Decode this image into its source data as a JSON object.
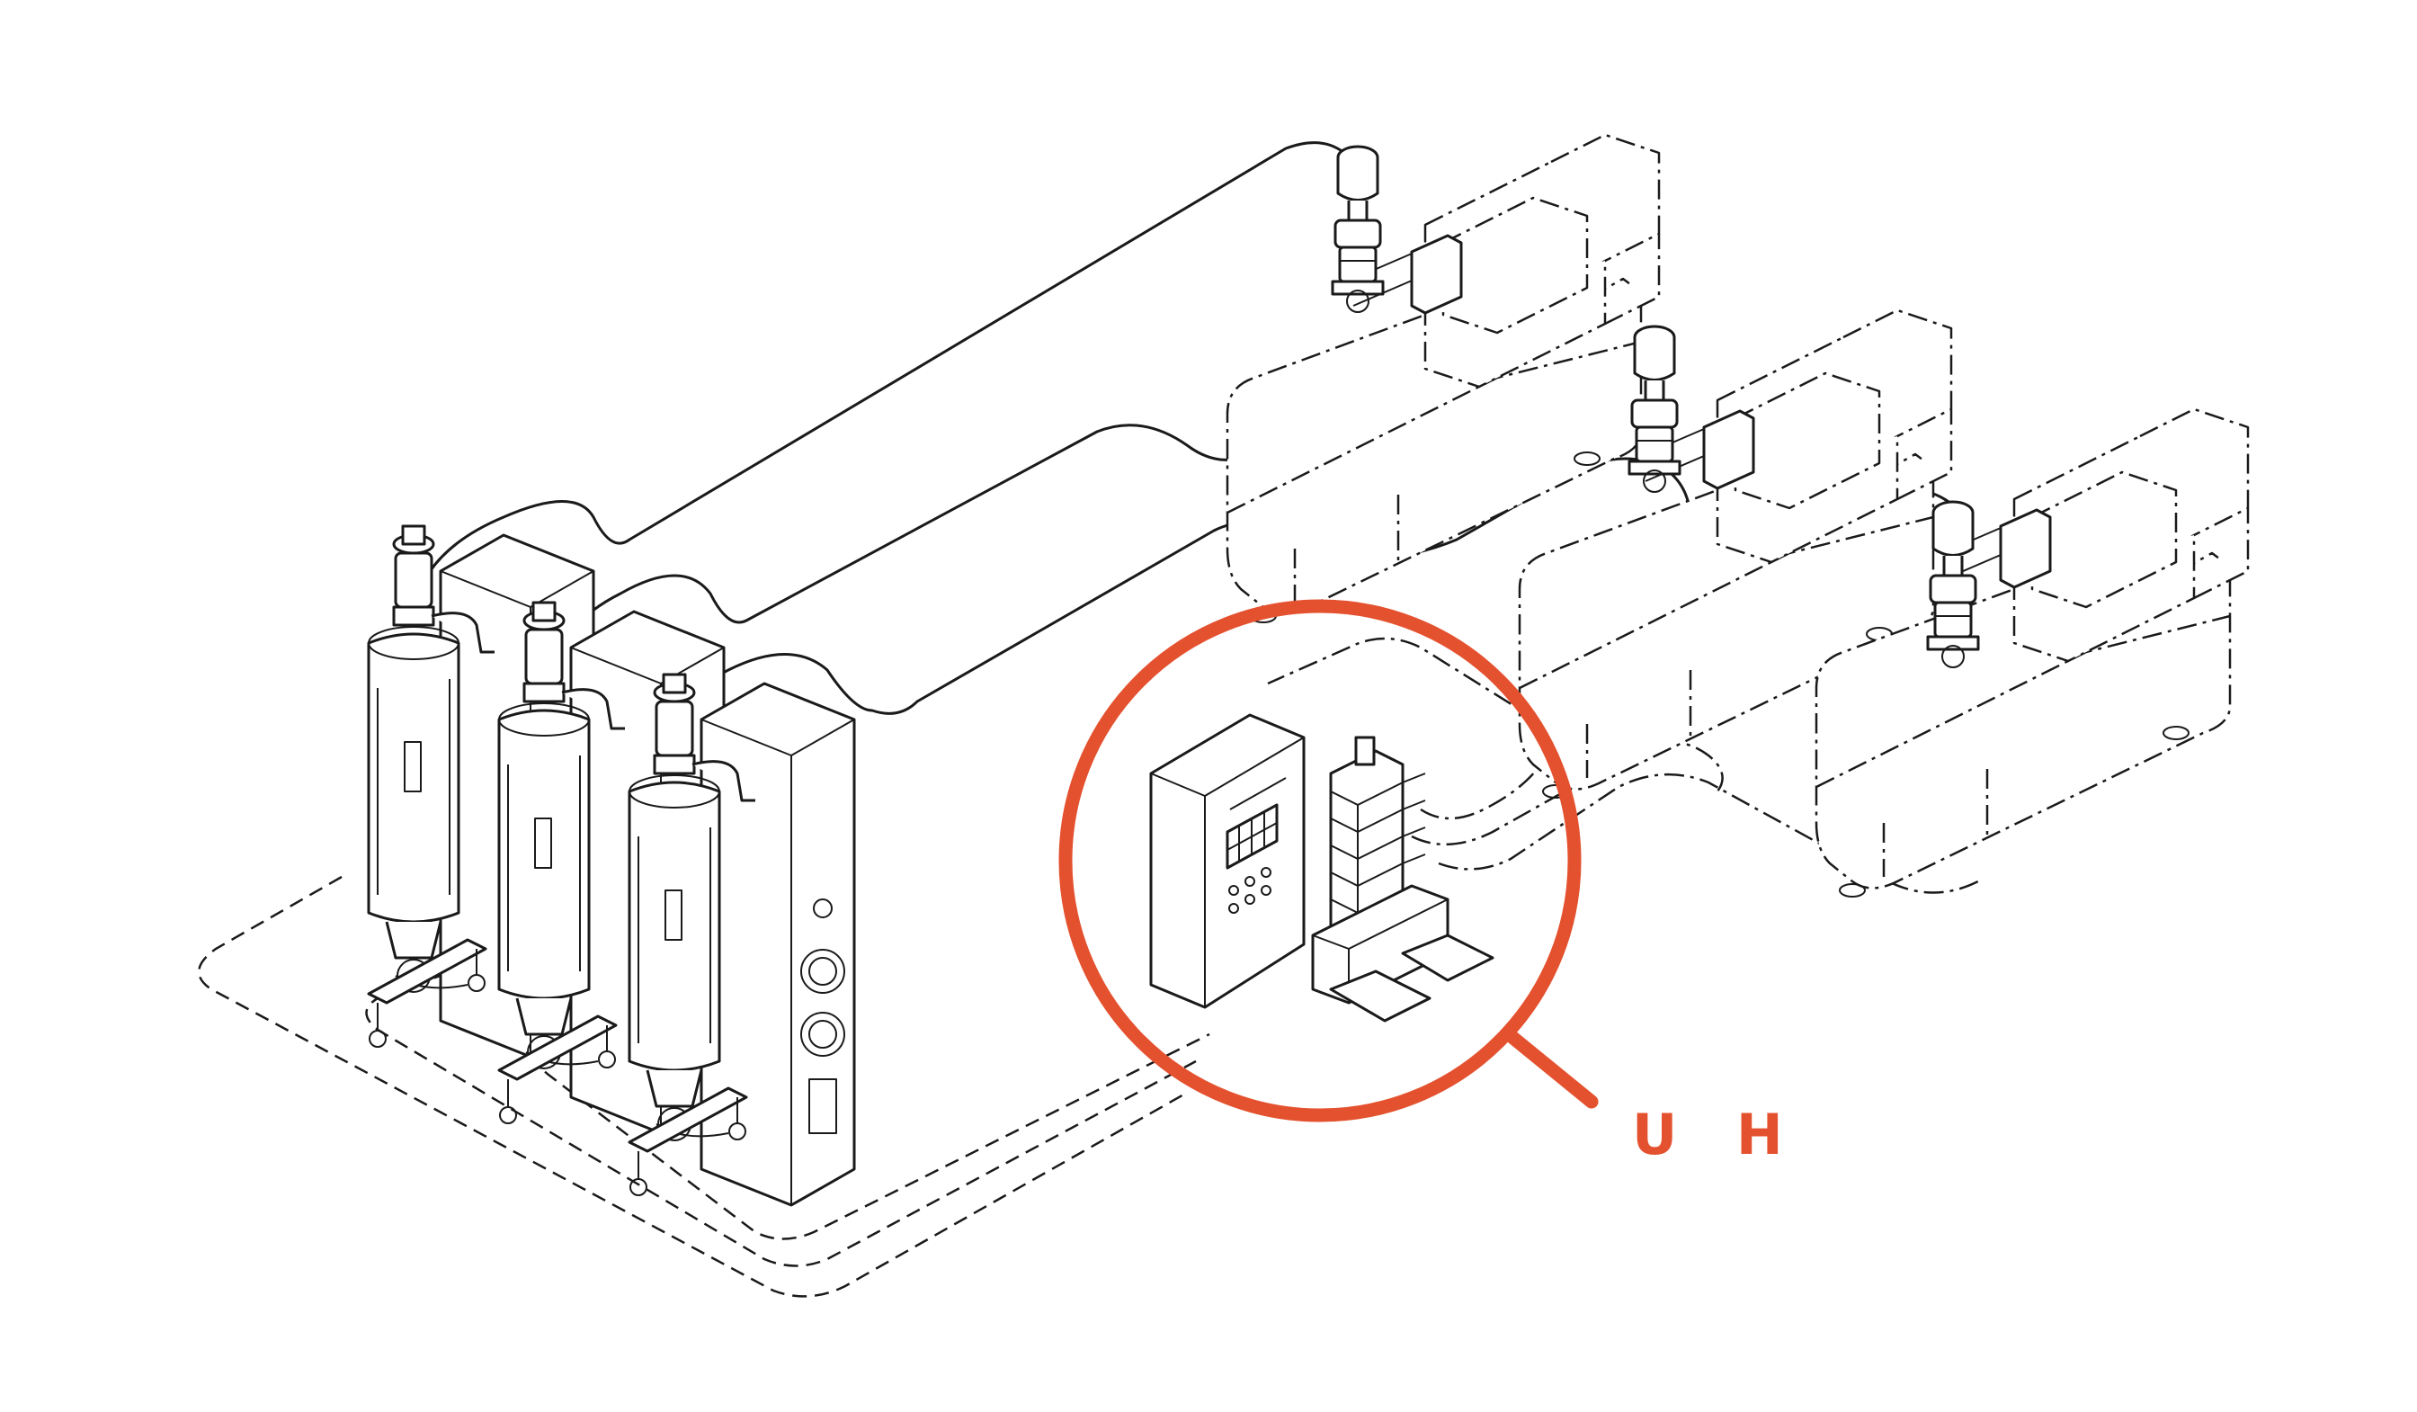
{
  "callout": {
    "label": "U H",
    "color": "#e4512f"
  },
  "colors": {
    "line": "#1a1a1a",
    "background": "#ffffff"
  },
  "components": {
    "dryer_hoppers": 3,
    "hopper_loaders": 3,
    "molding_machines": 3,
    "control_unit": 1
  }
}
